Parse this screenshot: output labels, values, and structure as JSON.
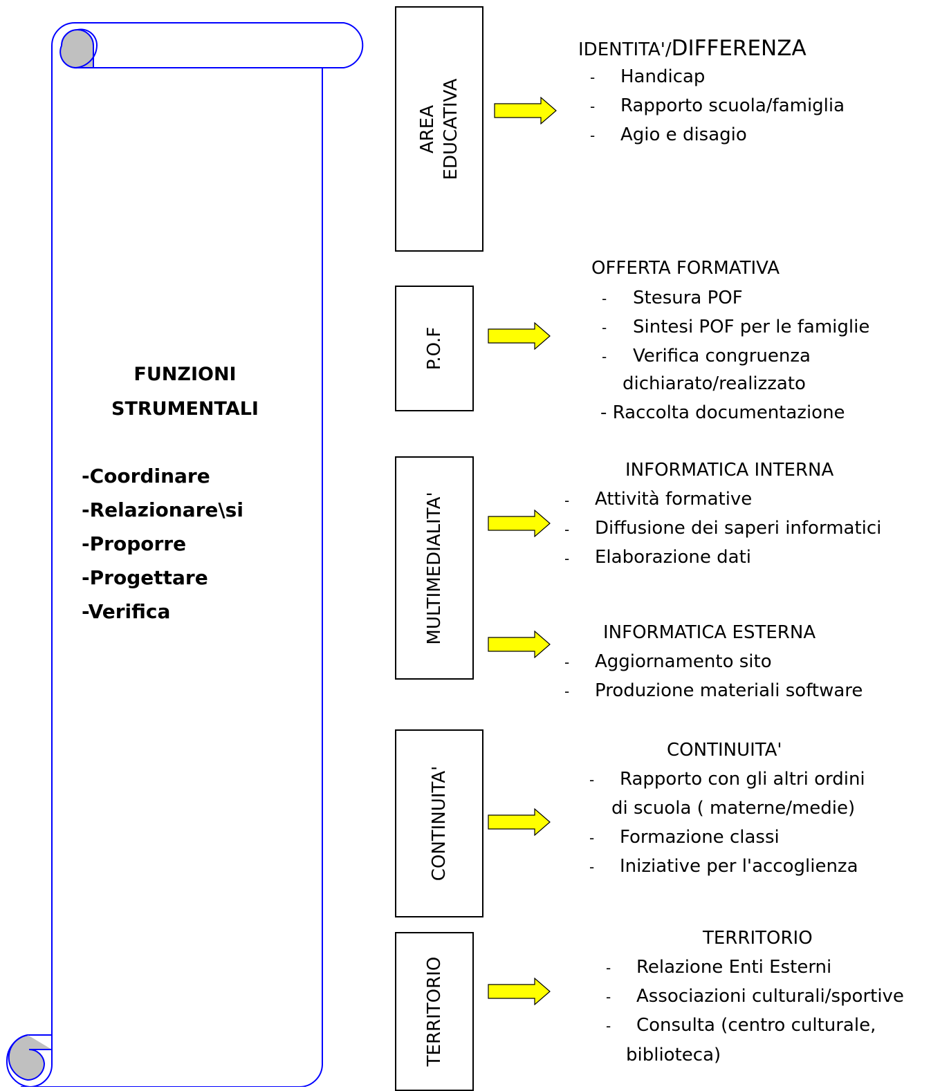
{
  "scroll": {
    "title_line1": "FUNZIONI",
    "title_line2": "STRUMENTALI",
    "verbs": [
      "-Coordinare",
      "-Relazionare\\si",
      "-Proporre",
      "-Progettare",
      "-Verifica"
    ]
  },
  "areas": {
    "educativa": {
      "line1": "AREA",
      "line2": "EDUCATIVA"
    },
    "pof": {
      "label": "P.O.F"
    },
    "multimedialita": {
      "label": "MULTIMEDIALITA'"
    },
    "continuita": {
      "label": "CONTINUITA'"
    },
    "territorio": {
      "label": "TERRITORIO"
    }
  },
  "sections": {
    "identita": {
      "heading_a": "IDENTITA'/",
      "heading_b": "DIFFERENZA",
      "items": [
        "Handicap",
        "Rapporto scuola/famiglia",
        "Agio e disagio"
      ]
    },
    "offerta": {
      "heading": "OFFERTA FORMATIVA",
      "items": [
        "Stesura POF",
        "Sintesi POF per le famiglie",
        "Verifica congruenza",
        "dichiarato/realizzato",
        "- Raccolta documentazione"
      ]
    },
    "info_interna": {
      "heading": "INFORMATICA INTERNA",
      "items": [
        "Attività formative",
        "Diffusione dei saperi informatici",
        "Elaborazione dati"
      ]
    },
    "info_esterna": {
      "heading": "INFORMATICA ESTERNA",
      "items": [
        "Aggiornamento sito",
        "Produzione materiali software"
      ]
    },
    "continuita": {
      "heading": "CONTINUITA'",
      "items": [
        "Rapporto con gli altri ordini",
        "di scuola ( materne/medie)",
        "Formazione classi",
        "Iniziative per l'accoglienza"
      ]
    },
    "territorio": {
      "heading": "TERRITORIO",
      "items": [
        "Relazione Enti Esterni",
        "Associazioni culturali/sportive",
        "Consulta (centro culturale,",
        "biblioteca)"
      ]
    }
  },
  "dash": "-",
  "colors": {
    "scroll_stroke": "#0000ff",
    "curl_fill": "#c0c0c0",
    "arrow_fill": "#ffff00"
  }
}
